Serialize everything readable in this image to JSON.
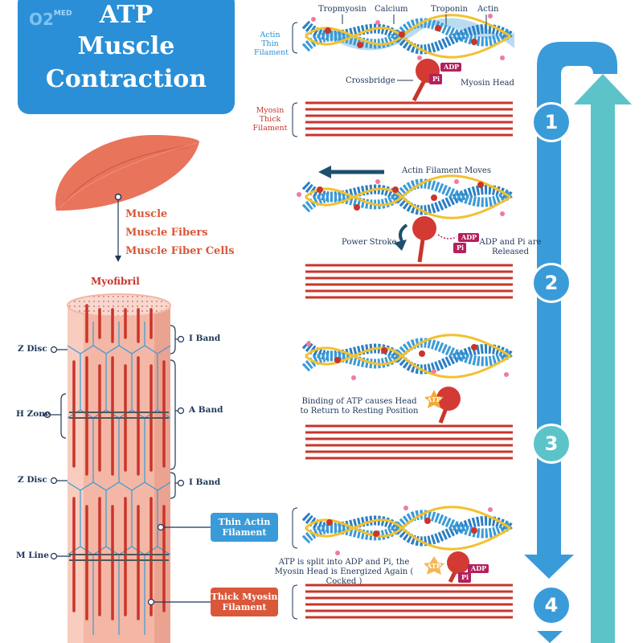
{
  "brand": {
    "logo_text": "O2",
    "logo_sub": "MED"
  },
  "title": {
    "line1": "ATP",
    "line2": "Muscle",
    "line3": "Contraction"
  },
  "muscle_hierarchy": {
    "item1": "Muscle",
    "item2": "Muscle Fibers",
    "item3": "Muscle Fiber Cells"
  },
  "myofibril": {
    "title": "Myofibril",
    "z_disc_top": "Z Disc",
    "h_zone": "H Zone",
    "z_disc_bottom": "Z Disc",
    "m_line": "M Line",
    "i_band_top": "I Band",
    "a_band": "A Band",
    "i_band_bottom": "I Band",
    "thin_actin": "Thin Actin Filament",
    "thick_myosin": "Thick Myosin Filament"
  },
  "step1": {
    "tropomyosin": "Tropmyosin",
    "calcium": "Calcium",
    "troponin": "Troponin",
    "actin": "Actin",
    "actin_thin_filament": "Actin Thin Filament",
    "crossbridge": "Crossbridge",
    "myosin_head": "Myosin Head",
    "myosin_thick_filament": "Myosin Thick Filament",
    "adp": "ADP",
    "pi": "Pi"
  },
  "step2": {
    "actin_moves": "Actin Filament  Moves",
    "power_stroke": "Power Stroke",
    "released": "ADP and Pi are Released",
    "adp": "ADP",
    "pi": "Pi"
  },
  "step3": {
    "binding": "Binding of ATP causes Head to Return to Resting Position",
    "atp": "ATP"
  },
  "step4": {
    "split": "ATP is split into ADP and Pi, the Myosin Head is Energized Again ( Cocked )",
    "atp": "ATP",
    "adp": "ADP",
    "pi": "Pi"
  },
  "steps": {
    "s1": "1",
    "s2": "2",
    "s3": "3",
    "s4": "4"
  },
  "colors": {
    "blue": "#3a9bd9",
    "teal": "#5cc4c9",
    "red": "#d33a33",
    "orange": "#d9583a",
    "navy": "#1d3557"
  }
}
